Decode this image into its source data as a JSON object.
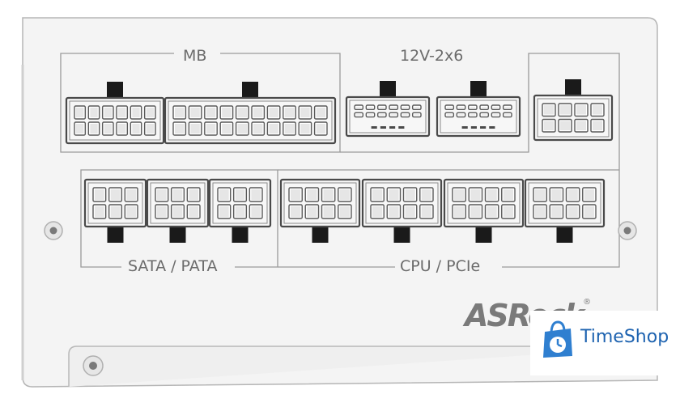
{
  "labels": {
    "mb": "MB",
    "pcie_12v": "12V-2x6",
    "sata": "SATA / PATA",
    "cpu": "CPU / PCIe"
  },
  "brand": {
    "logo_text": "ASRock",
    "registered_mark": "®"
  },
  "watermark": {
    "text": "TimeShop",
    "icon": "shopping-bag-clock-icon",
    "color": "#1e63b0"
  },
  "colors": {
    "panel": "#f4f4f4",
    "connector": "#f7f7f7",
    "latch": "#1a1a1a",
    "line": "#9a9a9a"
  }
}
